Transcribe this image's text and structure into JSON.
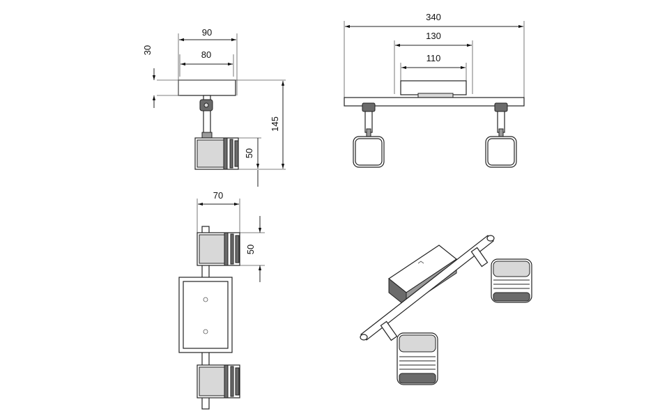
{
  "dimensions": {
    "side_width_outer": "90",
    "side_width_inner": "80",
    "side_plate_depth": "30",
    "side_total_height": "145",
    "side_head_height": "50",
    "front_total_length": "340",
    "front_plate_length": "130",
    "front_plate_inner": "110",
    "top_head_width": "70",
    "top_head_depth": "50"
  }
}
